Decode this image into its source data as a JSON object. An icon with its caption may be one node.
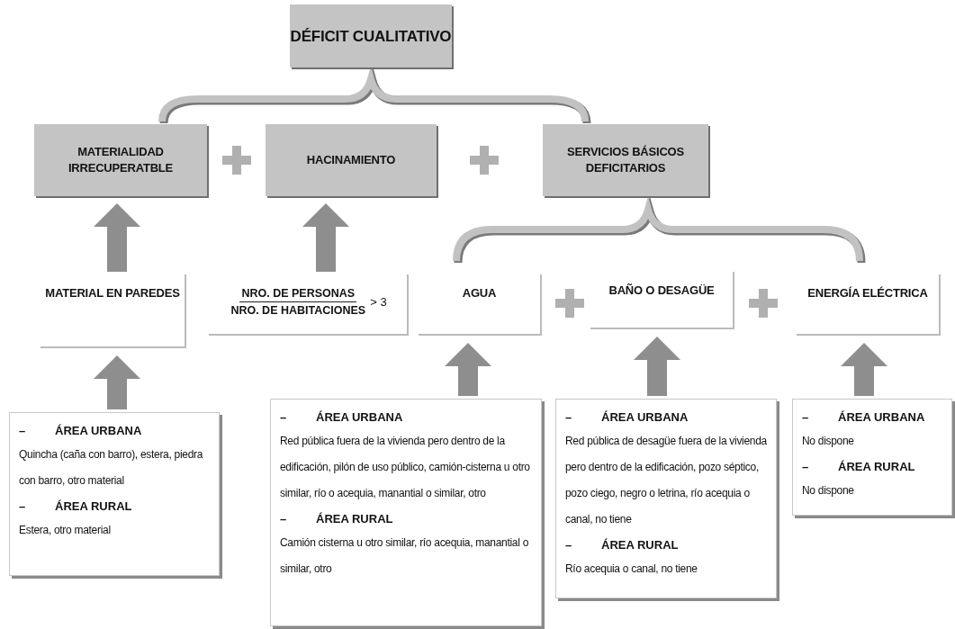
{
  "diagram": {
    "nodes": [
      {
        "text": [
          "DÉFICIT CUALITATIVO"
        ]
      },
      {
        "text": [
          "MATERIALIDAD IRRECUPERATBLE"
        ]
      },
      {
        "text": [
          "HACINAMIENTO"
        ]
      },
      {
        "text": [
          "SERVICIOS BÁSICOS DEFICITARIOS"
        ]
      },
      {
        "text": [
          "MATERIAL EN PAREDES"
        ]
      },
      {
        "text": [
          "NRO. DE PERSONAS",
          "NRO. DE HABITACIONES",
          "> 3"
        ]
      },
      {
        "text": [
          "AGUA"
        ]
      },
      {
        "text": [
          "BAÑO O DESAGÜE"
        ]
      },
      {
        "text": [
          "ENERGÍA ELÉCTRICA"
        ]
      },
      {
        "text": [
          "–",
          "ÁREA URBANA",
          "Quincha (caña con barro), estera, piedra con barro, otro material",
          "–",
          "ÁREA RURAL",
          "Estera, otro material"
        ]
      },
      {
        "text": [
          "–",
          "ÁREA URBANA",
          "Red pública fuera de la vivienda pero dentro de la edificación, pilón de uso público, camión-cisterna u otro similar, río o acequia, manantial o similar, otro",
          "–",
          "ÁREA RURAL",
          "Camión cisterna u otro similar, río acequia, manantial o similar, otro"
        ]
      },
      {
        "text": [
          "–",
          "ÁREA URBANA",
          "Red pública de desagüe fuera de la vivienda pero dentro de la edificación, pozo séptico, pozo ciego, negro o letrina, río acequia o canal, no tiene",
          "–",
          "ÁREA RURAL",
          "Río acequia o canal, no tiene"
        ]
      },
      {
        "text": [
          "–",
          "ÁREA URBANA",
          "No dispone",
          "–",
          "ÁREA RURAL",
          "No dispone"
        ]
      }
    ],
    "edges": [
      {
        "from": 4,
        "to": 1,
        "arrow": "to"
      },
      {
        "from": 5,
        "to": 2,
        "arrow": "to"
      },
      {
        "from": 9,
        "to": 4,
        "arrow": "to"
      },
      {
        "from": 10,
        "to": 6,
        "arrow": "to"
      },
      {
        "from": 11,
        "to": 7,
        "arrow": "to"
      },
      {
        "from": 12,
        "to": 8,
        "arrow": "to"
      }
    ]
  }
}
